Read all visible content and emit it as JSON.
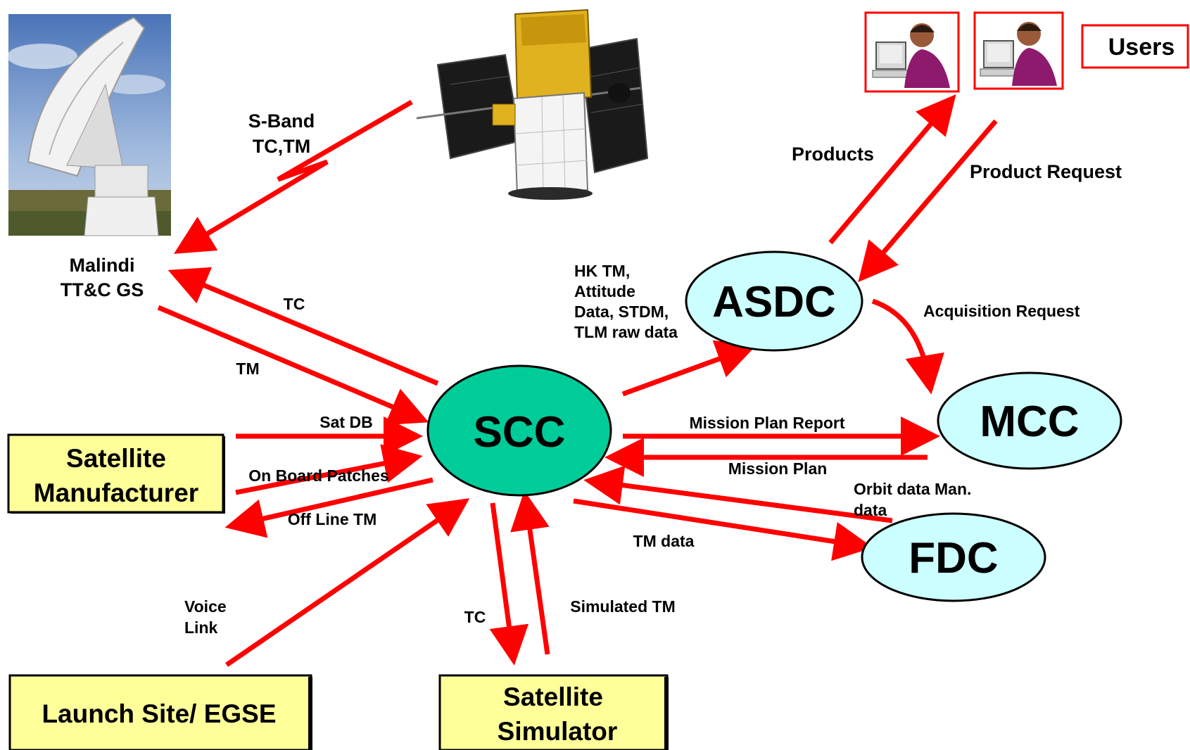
{
  "nodes": {
    "scc": "SCC",
    "asdc": "ASDC",
    "mcc": "MCC",
    "fdc": "FDC"
  },
  "boxes": {
    "satellite_manufacturer": [
      "Satellite",
      "Manufacturer"
    ],
    "launch_site": "Launch Site/ EGSE",
    "satellite_simulator": [
      "Satellite",
      "Simulator"
    ],
    "users": "Users"
  },
  "ground_station": [
    "Malindi",
    "TT&C GS"
  ],
  "labels": {
    "s_band": [
      "S-Band",
      "TC,TM"
    ],
    "tc_gs": "TC",
    "tm_gs": "TM",
    "sat_db": "Sat DB",
    "on_board_patches": "On Board Patches",
    "off_line_tm": "Off Line TM",
    "voice_link": [
      "Voice",
      "Link"
    ],
    "tc_sim": "TC",
    "simulated_tm": "Simulated TM",
    "hk_tm": [
      "HK TM,",
      "Attitude",
      "Data, STDM,",
      "TLM raw data"
    ],
    "products": "Products",
    "product_request": "Product Request",
    "acquisition_request": "Acquisition Request",
    "mission_plan_report": "Mission Plan Report",
    "mission_plan": "Mission Plan",
    "orbit_data": [
      "Orbit data Man.",
      "data"
    ],
    "tm_data": "TM data"
  },
  "colors": {
    "arrow": "#ff0000",
    "scc_fill": "#00cc99",
    "ellipse_fill": "#ccffff",
    "box_fill": "#ffff99",
    "users_border": "#ff0000"
  }
}
